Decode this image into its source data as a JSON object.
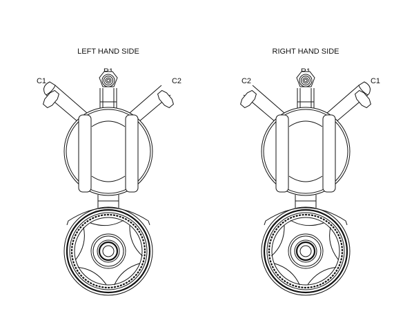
{
  "views": [
    {
      "title": "LEFT HAND SIDE",
      "top_port": "R1",
      "left_port": "C1",
      "right_port": "C2"
    },
    {
      "title": "RIGHT HAND SIDE",
      "top_port": "R1",
      "left_port": "C2",
      "right_port": "C1"
    }
  ],
  "colors": {
    "line": "#111111",
    "background": "#ffffff"
  }
}
